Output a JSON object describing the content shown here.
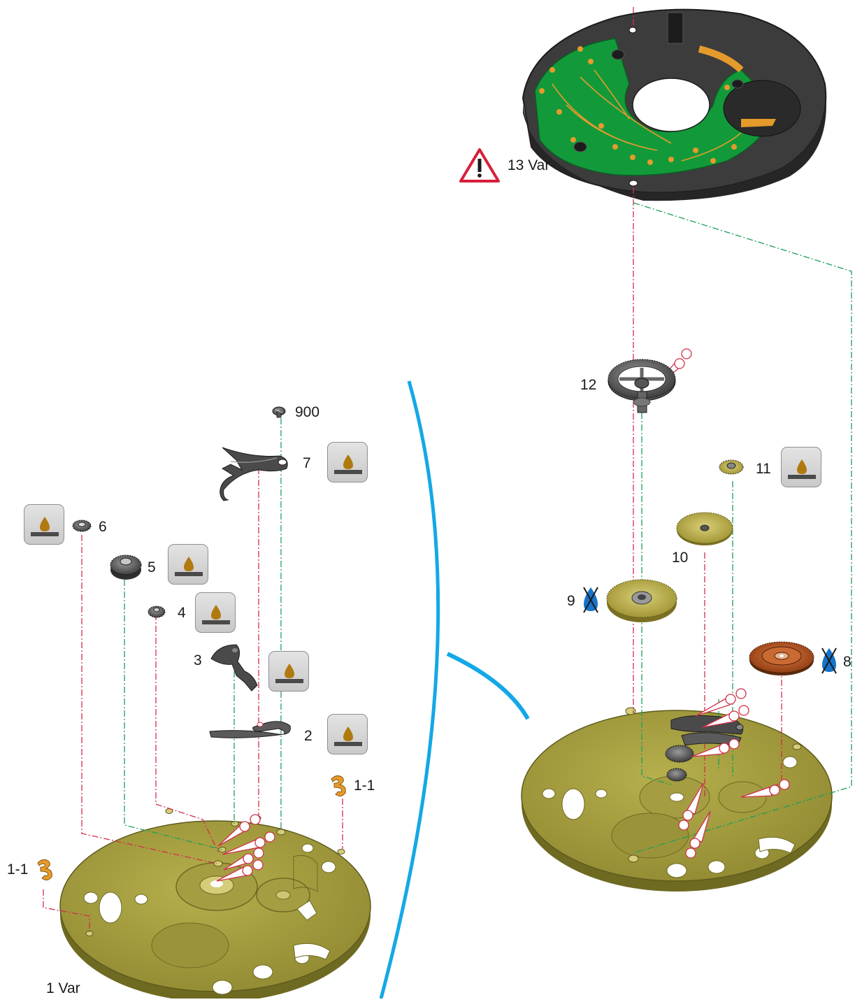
{
  "colors": {
    "plate": "#9c9535",
    "plate_dark": "#6e6a22",
    "pcb_green": "#129a3a",
    "pcb_dark": "#3c3c3c",
    "arbor_line_red": "#d0304a",
    "arbor_line_green": "#1f9e5a",
    "divider_blue": "#14a8e6",
    "warning_red": "#d81e3a",
    "oil_drop": "#b07a10",
    "no_oil_blue": "#1673c9",
    "brass": "#b0a24a",
    "steel": "#5a5a5a",
    "copper": "#b8521c",
    "orange_part": "#e59a2c"
  },
  "icons": {
    "warning": "warning-triangle-icon",
    "oil": "oil-drop-icon",
    "no_oil": "no-oil-icon"
  },
  "labels": {
    "part_900": "900",
    "part_7": "7",
    "part_6": "6",
    "part_5": "5",
    "part_4": "4",
    "part_3": "3",
    "part_2": "2",
    "part_1_1_right": "1-1",
    "part_1_1_left": "1-1",
    "part_1_var": "1 Var",
    "part_13_var": "13 Var",
    "part_12": "12",
    "part_11": "11",
    "part_10": "10",
    "part_9": "9",
    "part_8": "8"
  }
}
